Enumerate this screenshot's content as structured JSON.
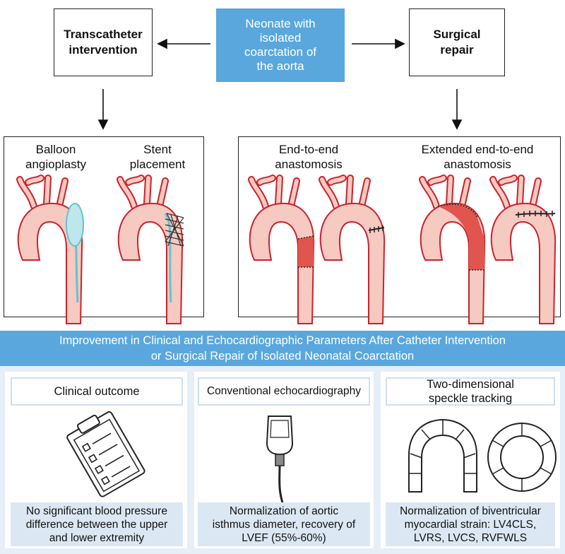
{
  "top": {
    "left_box": "Transcatheter intervention",
    "center_box": "Neonate with isolated coarctation of the aorta",
    "right_box": "Surgical repair"
  },
  "panels": {
    "balloon": "Balloon angioplasty",
    "stent": "Stent placement",
    "end_to_end": "End-to-end anastomosis",
    "extended": "Extended end-to-end anastomosis"
  },
  "banner": {
    "line1": "Improvement in Clinical and Echocardiographic Parameters After Catheter Intervention",
    "line2": "or Surgical Repair of Isolated Neonatal Coarctation"
  },
  "columns": [
    {
      "header": "Clinical outcome",
      "icon": "clipboard-icon",
      "footer": "No significant blood pressure difference between the upper and lower extremity"
    },
    {
      "header": "Conventional echocardiography",
      "icon": "ultrasound-probe-icon",
      "footer": "Normalization of aortic isthmus diameter, recovery of LVEF (55%-60%)"
    },
    {
      "header": "Two-dimensional speckle tracking",
      "icon": "speckle-tracking-icon",
      "footer": "Normalization of biventricular myocardial strain: LV4CLS, LVRS, LVCS, RVFWLS"
    }
  ],
  "colors": {
    "accent_blue": "#5aa7dd",
    "aorta_fill": "#f6c9c1",
    "aorta_stroke": "#c8232c",
    "repair_red": "#e0554d",
    "catheter": "#5ec6d3",
    "light_panel": "#e6eef7"
  }
}
